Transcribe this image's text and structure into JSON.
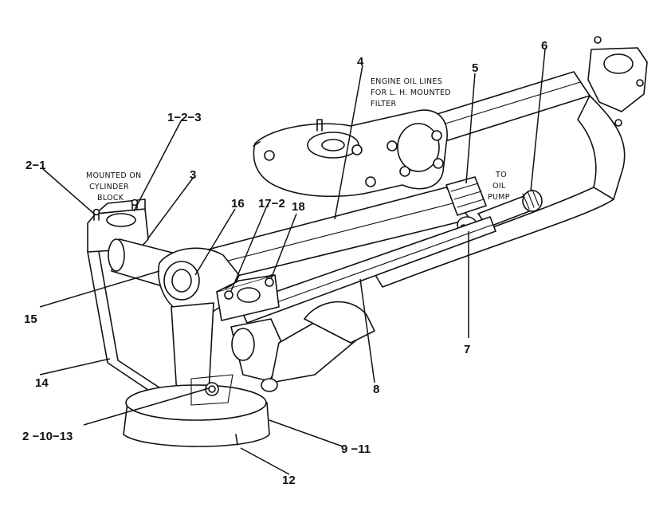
{
  "notes": {
    "engine_oil_lines": [
      "ENGINE OIL LINES",
      "FOR L. H. MOUNTED",
      "FILTER"
    ],
    "mounted_on": [
      "MOUNTED ON",
      "CYLINDER",
      "BLOCK"
    ],
    "to_oil_pump": [
      "TO",
      "OIL",
      "PUMP"
    ]
  },
  "callouts": {
    "c1_2_3": "1−2−3",
    "c2_1": "2−1",
    "c3": "3",
    "c4": "4",
    "c5": "5",
    "c6": "6",
    "c7": "7",
    "c8": "8",
    "c9_11": "9 −11",
    "c12": "12",
    "c14": "14",
    "c15": "15",
    "c16": "16",
    "c17_2": "17−2",
    "c18": "18",
    "c2_10_13": "2 −10−13"
  }
}
